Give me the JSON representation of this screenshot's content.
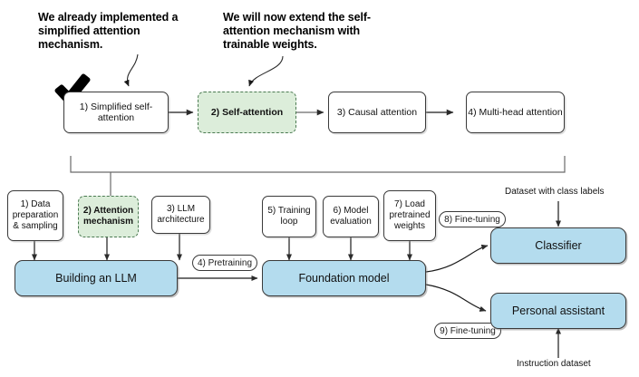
{
  "figure": {
    "title": "LLM build stages with attention mechanism highlight",
    "colors": {
      "highlight_green_fill": "#dcedda",
      "highlight_green_border": "#4b7a52",
      "stage_blue_fill": "#b4dcee",
      "box_border": "#3a3a3a",
      "text": "#111111",
      "canvas": "#ffffff"
    }
  },
  "callouts": [
    {
      "id": "callout-left",
      "text": "We already implemented a simplified attention mechanism."
    },
    {
      "id": "callout-right",
      "text": "We will now extend the self-attention mechanism with trainable weights."
    }
  ],
  "attention_row": {
    "boxes": [
      {
        "id": "simplified-self-attention",
        "label": "1) Simplified self-attention",
        "highlighted": false
      },
      {
        "id": "self-attention",
        "label": "2) Self-attention",
        "highlighted": true
      },
      {
        "id": "causal-attention",
        "label": "3) Causal attention",
        "highlighted": false
      },
      {
        "id": "multi-head-attention",
        "label": "4) Multi-head attention",
        "highlighted": false
      }
    ]
  },
  "build_row": {
    "boxes": [
      {
        "id": "data-preparation",
        "label": "1) Data preparation & sampling",
        "highlighted": false
      },
      {
        "id": "attention-mechanism",
        "label": "2) Attention mechanism",
        "highlighted": true
      },
      {
        "id": "llm-architecture",
        "label": "3) LLM architecture",
        "highlighted": false
      },
      {
        "id": "training-loop",
        "label": "5) Training loop",
        "highlighted": false
      },
      {
        "id": "model-evaluation",
        "label": "6) Model evaluation",
        "highlighted": false
      },
      {
        "id": "load-pretrained",
        "label": "7) Load pretrained weights",
        "highlighted": false
      }
    ]
  },
  "stages": {
    "building_llm": "Building an LLM",
    "foundation_model": "Foundation model",
    "classifier": "Classifier",
    "personal_assistant": "Personal assistant"
  },
  "edge_labels": {
    "pretraining": "4) Pretraining",
    "fine_tuning_8": "8) Fine-tuning",
    "fine_tuning_9": "9) Fine-tuning"
  },
  "annotations": {
    "dataset_class_labels": "Dataset with class labels",
    "instruction_dataset": "Instruction dataset"
  },
  "icons": {
    "checkmark": "check-mark-icon"
  }
}
